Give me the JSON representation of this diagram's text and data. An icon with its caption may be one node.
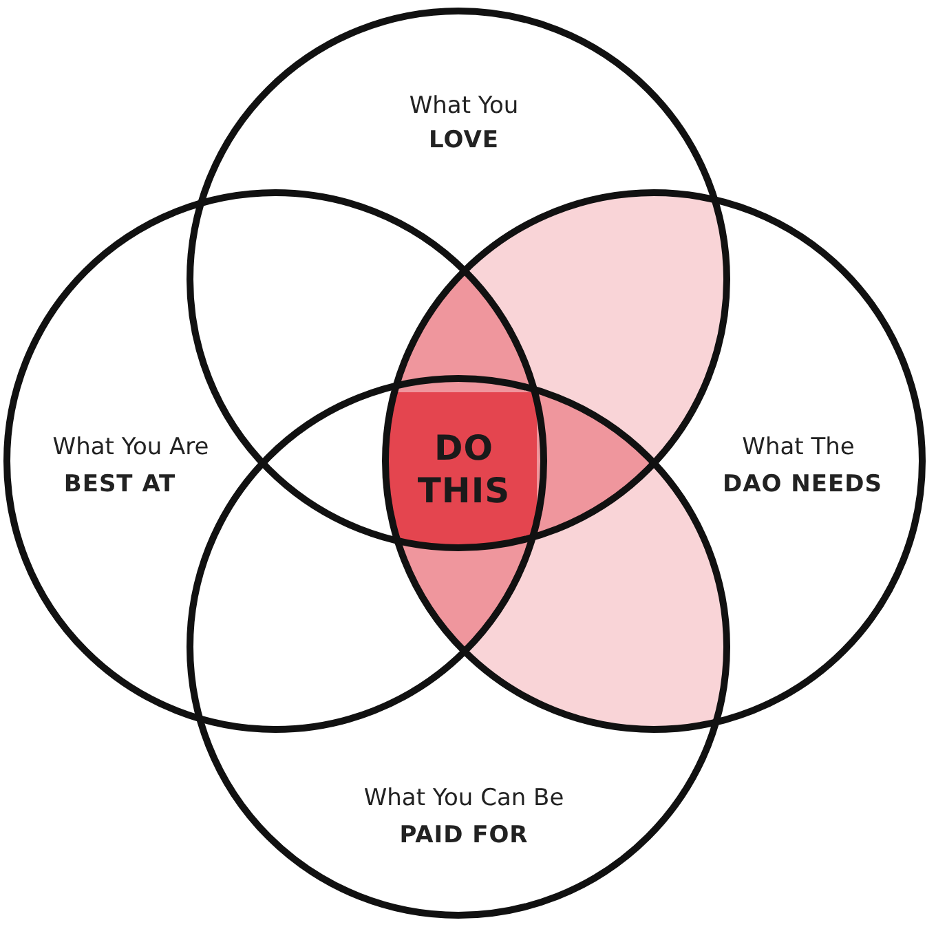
{
  "diagram": {
    "nodes": [
      {
        "text": [
          "What You",
          "LOVE"
        ]
      },
      {
        "text": [
          "What You Are",
          "BEST AT"
        ]
      },
      {
        "text": [
          "DO THIS"
        ]
      },
      {
        "text": [
          "What The",
          "DAO NEEDS"
        ]
      },
      {
        "text": [
          "What You Can Be",
          "PAID FOR"
        ]
      }
    ]
  }
}
